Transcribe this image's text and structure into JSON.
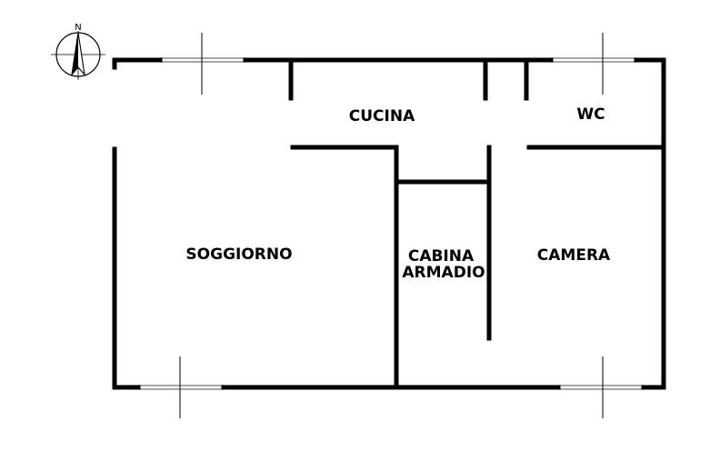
{
  "compass": {
    "north_label": "N"
  },
  "rooms": {
    "kitchen": "CUCINA",
    "wc": "WC",
    "living": "SOGGIORNO",
    "closet_line1": "CABINA",
    "closet_line2": "ARMADIO",
    "bedroom": "CAMERA"
  },
  "colors": {
    "wall": "#000000",
    "window_glass": "#8a8a8a",
    "background": "#ffffff"
  }
}
